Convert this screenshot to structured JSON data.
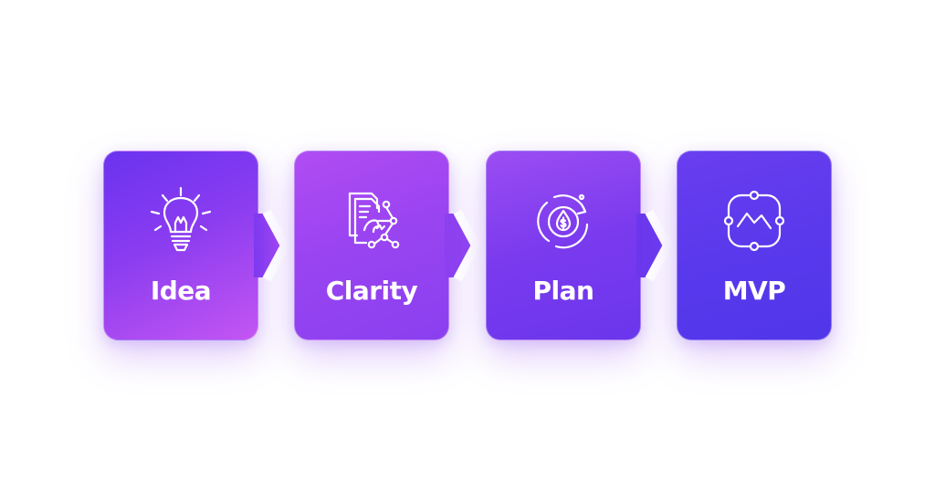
{
  "diagram": {
    "steps": [
      {
        "label": "Idea",
        "icon": "lightbulb-icon"
      },
      {
        "label": "Clarity",
        "icon": "document-network-icon"
      },
      {
        "label": "Plan",
        "icon": "money-cycle-icon"
      },
      {
        "label": "MVP",
        "icon": "chart-square-icon"
      }
    ],
    "connectors": [
      {
        "icon": "chevron-right-icon"
      },
      {
        "icon": "chevron-right-icon"
      },
      {
        "icon": "chevron-right-icon"
      }
    ]
  },
  "colors": {
    "step_1": "#8a3cf0",
    "step_2": "#9a44f1",
    "step_3": "#7a3aee",
    "step_4": "#5a39ec",
    "label": "#ffffff",
    "background": "#ffffff"
  }
}
